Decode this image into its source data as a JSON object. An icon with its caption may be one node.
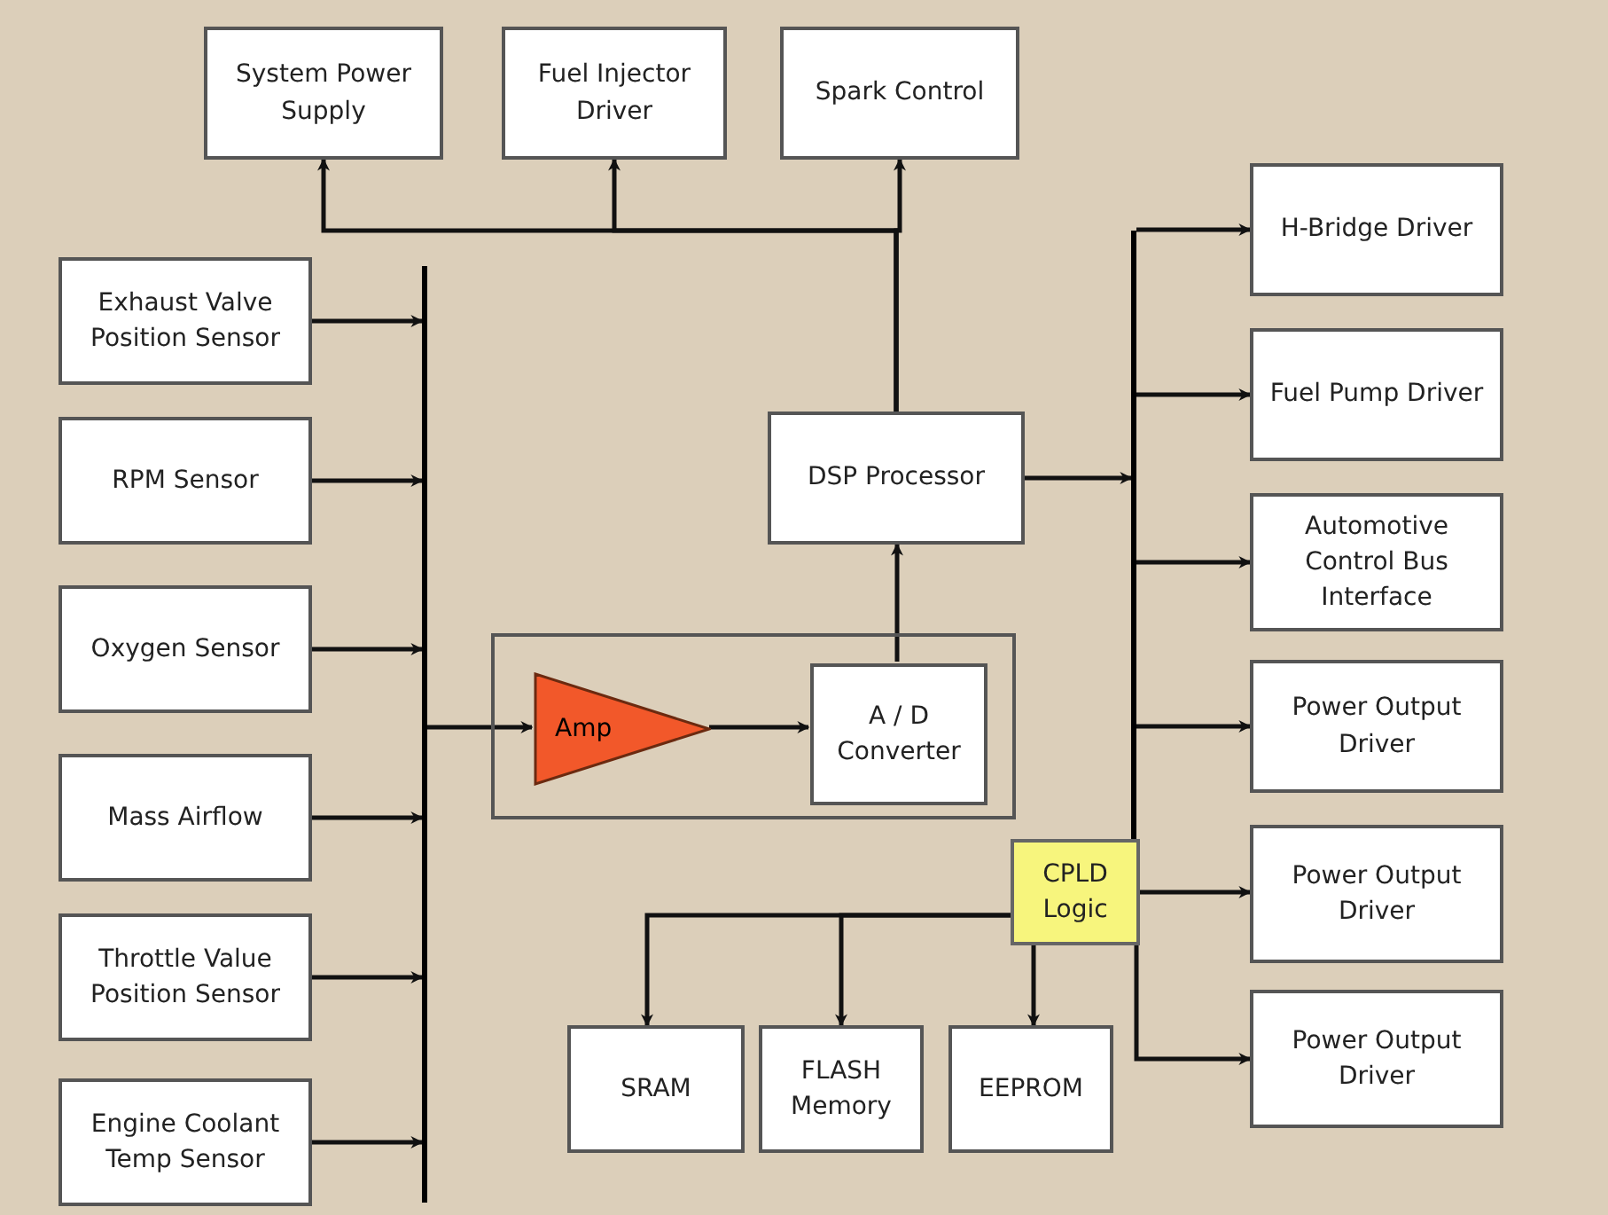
{
  "diagram": {
    "nodes": [
      {
        "text": [
          "System Power Supply"
        ]
      },
      {
        "text": [
          "Fuel Injector Driver"
        ]
      },
      {
        "text": [
          "Spark Control"
        ]
      },
      {
        "text": [
          "Exhaust Valve Position Sensor"
        ]
      },
      {
        "text": [
          "RPM Sensor"
        ]
      },
      {
        "text": [
          "Oxygen Sensor"
        ]
      },
      {
        "text": [
          "Mass Airflow"
        ]
      },
      {
        "text": [
          "Throttle Value Position Sensor"
        ]
      },
      {
        "text": [
          "Engine Coolant Temp Sensor"
        ]
      },
      {
        "text": [],
        "shape": "bar"
      },
      {
        "text": [],
        "shape": "box"
      },
      {
        "text": [
          "Amp"
        ],
        "in": 10
      },
      {
        "text": [
          "A / D Converter"
        ],
        "in": 10
      },
      {
        "text": [
          "DSP Processor"
        ]
      },
      {
        "text": [],
        "shape": "bar"
      },
      {
        "text": [
          "H-Bridge Driver"
        ]
      },
      {
        "text": [
          "Fuel Pump Driver"
        ]
      },
      {
        "text": [
          "Automotive Control Bus Interface"
        ]
      },
      {
        "text": [
          "Power Output Driver"
        ]
      },
      {
        "text": [
          "Power Output Driver"
        ]
      },
      {
        "text": [
          "Power Output Driver"
        ]
      },
      {
        "text": [
          "CPLD Logic"
        ]
      },
      {
        "text": [
          "SRAM"
        ]
      },
      {
        "text": [
          "FLASH Memory"
        ]
      },
      {
        "text": [
          "EEPROM"
        ]
      }
    ],
    "edges": [
      {
        "from": 3,
        "to": 9,
        "arrow": "to"
      },
      {
        "from": 4,
        "to": 9,
        "arrow": "to"
      },
      {
        "from": 5,
        "to": 9,
        "arrow": "to"
      },
      {
        "from": 6,
        "to": 9,
        "arrow": "to"
      },
      {
        "from": 7,
        "to": 9,
        "arrow": "to"
      },
      {
        "from": 8,
        "to": 9,
        "arrow": "to"
      },
      {
        "from": 9,
        "to": 11,
        "arrow": "to"
      },
      {
        "from": 11,
        "to": 12,
        "arrow": "to"
      },
      {
        "from": 12,
        "to": 13,
        "arrow": "to"
      },
      {
        "from": 13,
        "to": 0,
        "arrow": "to"
      },
      {
        "from": 13,
        "to": 1,
        "arrow": "to"
      },
      {
        "from": 13,
        "to": 2,
        "arrow": "to"
      },
      {
        "from": 13,
        "to": 14,
        "arrow": "to"
      },
      {
        "from": 14,
        "to": 15,
        "arrow": "to"
      },
      {
        "from": 14,
        "to": 16,
        "arrow": "to"
      },
      {
        "from": 14,
        "to": 17,
        "arrow": "to"
      },
      {
        "from": 14,
        "to": 18,
        "arrow": "to"
      },
      {
        "from": 21,
        "to": 19,
        "arrow": "to"
      },
      {
        "from": 21,
        "to": 20,
        "arrow": "to"
      },
      {
        "from": 21,
        "to": 22,
        "arrow": "to"
      },
      {
        "from": 21,
        "to": 23,
        "arrow": "to"
      },
      {
        "from": 21,
        "to": 24,
        "arrow": "to"
      }
    ]
  }
}
